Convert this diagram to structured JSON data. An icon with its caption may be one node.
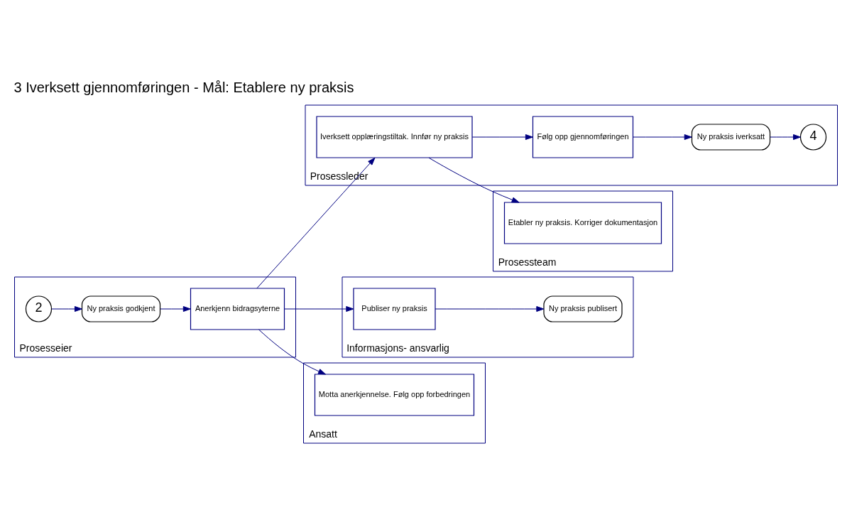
{
  "diagram": {
    "title": "3 Iverksett gjennomføringen - Mål: Etablere ny praksis",
    "nodes": [
      {
        "text": [
          "Prosesseier"
        ]
      },
      {
        "text": [
          "2"
        ],
        "in": 0
      },
      {
        "text": [
          "Ny praksis godkjent"
        ],
        "in": 0
      },
      {
        "text": [
          "Anerkjenn bidragsyterne"
        ],
        "in": 0
      },
      {
        "text": [
          "Prosessleder"
        ]
      },
      {
        "text": [
          "Iverksett opplæringstiltak. Innfør ny praksis"
        ],
        "in": 4
      },
      {
        "text": [
          "Følg opp gjennomføringen"
        ],
        "in": 4
      },
      {
        "text": [
          "Ny praksis iverksatt"
        ],
        "in": 4
      },
      {
        "text": [
          "4"
        ],
        "in": 4
      },
      {
        "text": [
          "Prosessteam"
        ]
      },
      {
        "text": [
          "Etabler ny praksis. Korriger dokumentasjon"
        ],
        "in": 9
      },
      {
        "text": [
          "Informasjons- ansvarlig"
        ]
      },
      {
        "text": [
          "Publiser ny praksis"
        ],
        "in": 11
      },
      {
        "text": [
          "Ny praksis publisert"
        ],
        "in": 11
      },
      {
        "text": [
          "Ansatt"
        ]
      },
      {
        "text": [
          "Motta anerkjennelse. Følg opp forbedringen"
        ],
        "in": 14
      }
    ],
    "edges": [
      {
        "from": 1,
        "to": 2,
        "arrow": "to"
      },
      {
        "from": 2,
        "to": 3,
        "arrow": "to"
      },
      {
        "from": 3,
        "to": 5,
        "arrow": "to"
      },
      {
        "from": 3,
        "to": 12,
        "arrow": "to"
      },
      {
        "from": 3,
        "to": 15,
        "arrow": "to"
      },
      {
        "from": 5,
        "to": 6,
        "arrow": "to"
      },
      {
        "from": 6,
        "to": 7,
        "arrow": "to"
      },
      {
        "from": 7,
        "to": 8,
        "arrow": "to"
      },
      {
        "from": 5,
        "to": 10,
        "arrow": "to"
      },
      {
        "from": 12,
        "to": 13,
        "arrow": "to"
      }
    ]
  }
}
